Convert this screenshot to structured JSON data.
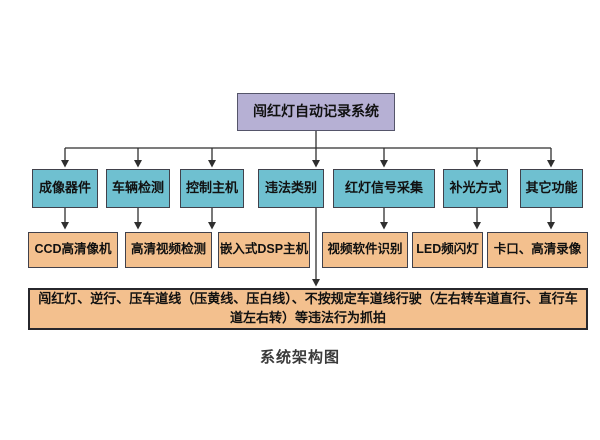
{
  "diagram": {
    "caption": "系统架构图",
    "root": {
      "label": "闯红灯自动记录系统"
    },
    "level2": [
      {
        "label": "成像器件"
      },
      {
        "label": "车辆检测"
      },
      {
        "label": "控制主机"
      },
      {
        "label": "违法类别"
      },
      {
        "label": "红灯信号采集"
      },
      {
        "label": "补光方式"
      },
      {
        "label": "其它功能"
      }
    ],
    "level3": [
      {
        "label": "CCD高清像机"
      },
      {
        "label": "高清视频检测"
      },
      {
        "label": "嵌入式DSP主机"
      },
      {
        "label": "视频软件识别"
      },
      {
        "label": "LED频闪灯"
      },
      {
        "label": "卡口、高清录像"
      }
    ],
    "violations": {
      "label": "闯红灯、逆行、压车道线（压黄线、压白线）、不按规定车道线行驶（左右转车道直行、直行车道左右转）等违法行为抓拍"
    },
    "colors": {
      "root_fill": "#b6b0d4",
      "level2_fill": "#6fc0d0",
      "level3_fill": "#f3c08e",
      "violations_fill": "#f3c08e",
      "line": "#2f2f2f"
    }
  }
}
